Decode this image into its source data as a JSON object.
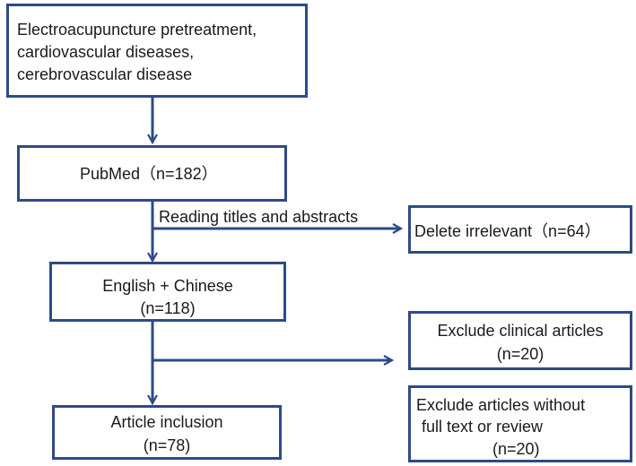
{
  "search": {
    "line1": "Electroacupuncture pretreatment,",
    "line2": "cardiovascular diseases,",
    "line3": "cerebrovascular disease"
  },
  "pubmed": {
    "label": "PubMed（n=182）"
  },
  "screening": {
    "label": "Reading titles and abstracts"
  },
  "delete_irrelevant": {
    "label": "Delete irrelevant（n=64）"
  },
  "language": {
    "line1": "English + Chinese",
    "line2": "(n=118)"
  },
  "exclude_clinical": {
    "line1": "Exclude clinical articles",
    "line2": "(n=20)"
  },
  "inclusion": {
    "line1": "Article inclusion",
    "line2": "(n=78)"
  },
  "exclude_fulltext": {
    "line1": "Exclude articles without",
    "line2": "full text or review",
    "line3": "(n=20)"
  },
  "colors": {
    "box_border": "#2e4a87",
    "arrow": "#2e4a87",
    "text": "#1a1a1a"
  }
}
